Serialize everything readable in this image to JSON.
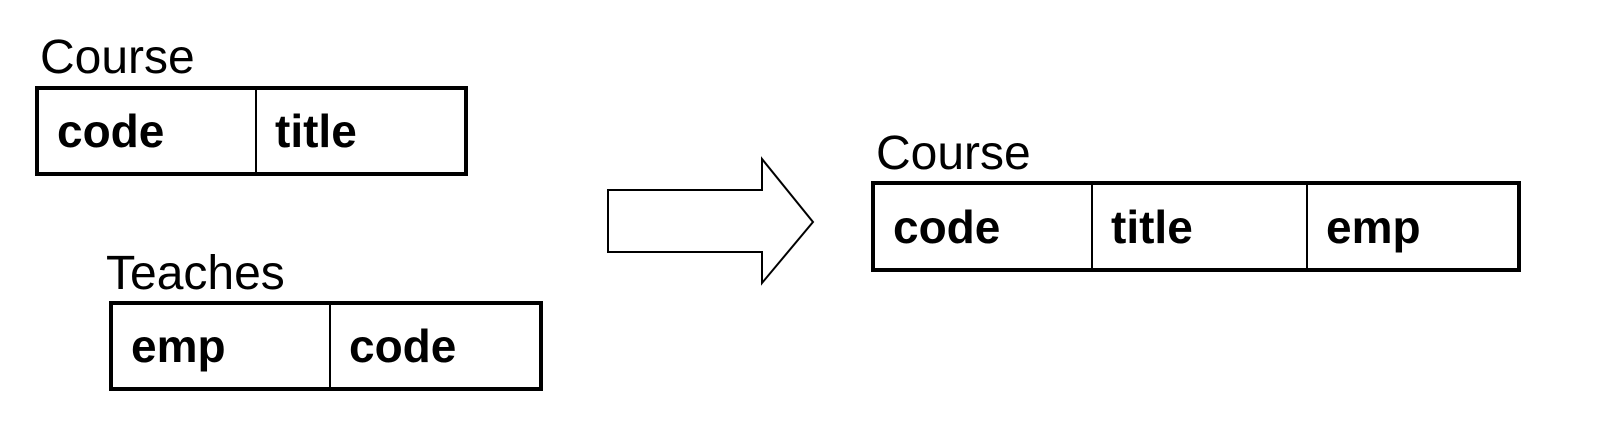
{
  "left_top": {
    "name": "Course",
    "fields": [
      "code",
      "title"
    ]
  },
  "left_bottom": {
    "name": "Teaches",
    "fields": [
      "emp",
      "code"
    ]
  },
  "result": {
    "name": "Course",
    "fields": [
      "code",
      "title",
      "emp"
    ]
  },
  "colors": {
    "stroke": "#000000",
    "background": "#ffffff"
  }
}
